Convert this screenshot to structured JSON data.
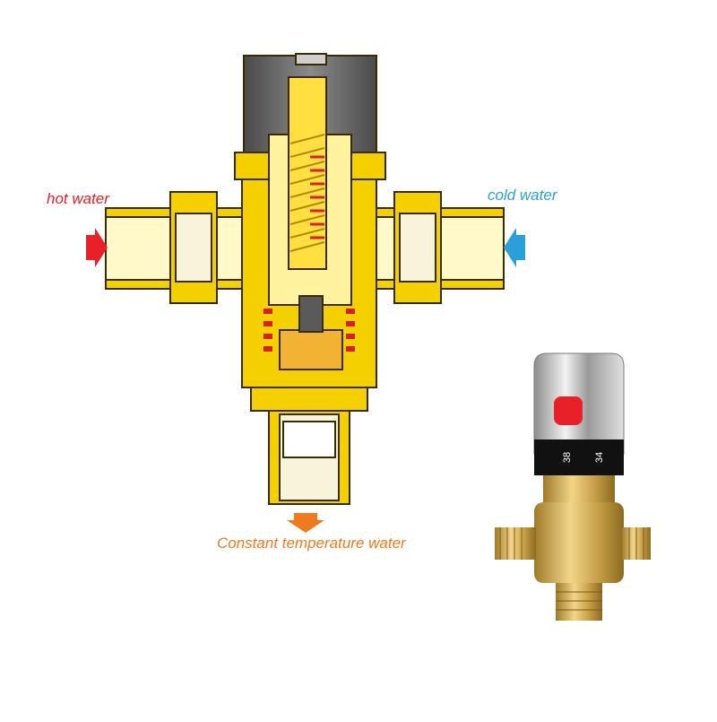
{
  "labels": {
    "hot": "hot water",
    "cold": "cold water",
    "outlet": "Constant temperature water"
  },
  "dial": {
    "mark_left": "38",
    "mark_right": "34"
  },
  "colors": {
    "hot": "#e8202a",
    "cold": "#2a9fd8",
    "outlet": "#f07a1e",
    "brass": "#f5d000",
    "brass_outline": "#3a2a00",
    "cap": "#666666",
    "spring": "#d81f26"
  }
}
